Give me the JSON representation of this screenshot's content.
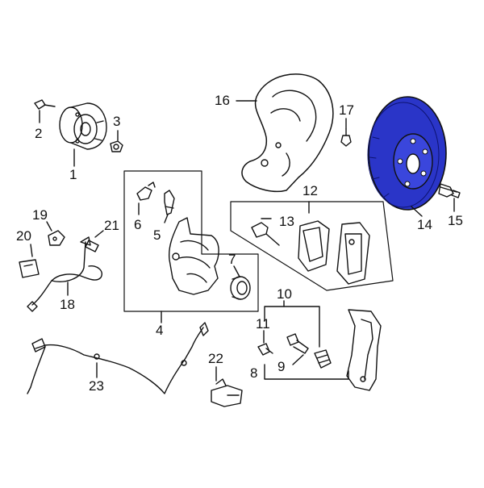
{
  "diagram": {
    "callouts": {
      "c1": "1",
      "c2": "2",
      "c3": "3",
      "c4": "4",
      "c5": "5",
      "c6": "6",
      "c7": "7",
      "c8": "8",
      "c9": "9",
      "c10": "10",
      "c11": "11",
      "c12": "12",
      "c13": "13",
      "c14": "14",
      "c15": "15",
      "c16": "16",
      "c17": "17",
      "c18": "18",
      "c19": "19",
      "c20": "20",
      "c21": "21",
      "c22": "22",
      "c23": "23"
    },
    "colors": {
      "line": "#111111",
      "highlight": "#2a35c8",
      "background": "#ffffff"
    },
    "highlighted_part": "14"
  }
}
